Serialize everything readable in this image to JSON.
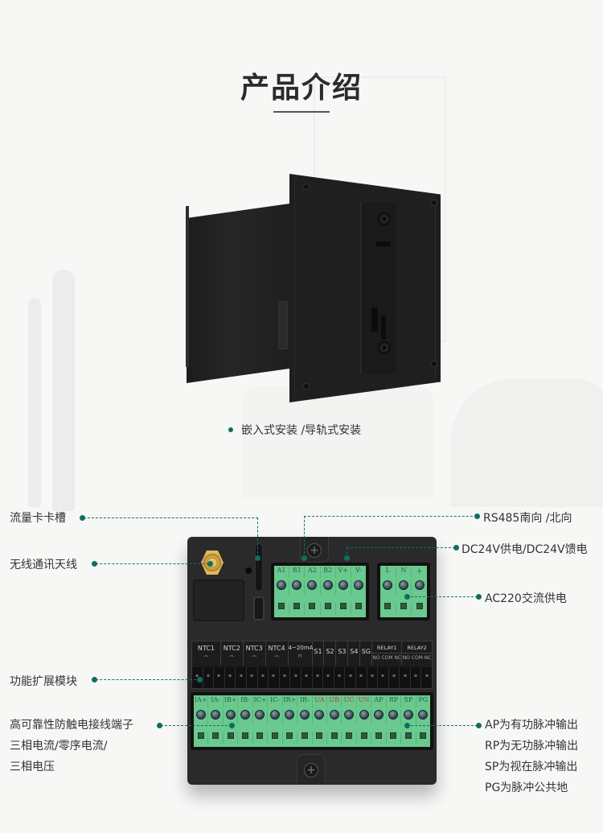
{
  "page": {
    "title": "产品介绍",
    "accent_color": "#0f6e63",
    "terminal_green": "#69c98f"
  },
  "back_view": {
    "caption": "嵌入式安装 /导轨式安装"
  },
  "callouts_left": [
    {
      "id": "sim-slot",
      "label": "流量卡卡槽"
    },
    {
      "id": "antenna",
      "label": "无线通讯天线"
    },
    {
      "id": "extension",
      "label": "功能扩展模块"
    },
    {
      "id": "terminals",
      "lines": [
        "高可靠性防触电接线端子",
        "三相电流/零序电流/",
        "三相电压"
      ]
    }
  ],
  "callouts_right": [
    {
      "id": "rs485",
      "label": "RS485南向 /北向"
    },
    {
      "id": "dc24",
      "label": "DC24V供电/DC24V馈电"
    },
    {
      "id": "ac220",
      "label": "AC220交流供电"
    },
    {
      "id": "pulse",
      "lines": [
        "AP为有功脉冲输出",
        "RP为无功脉冲输出",
        "SP为视在脉冲输出",
        "PG为脉冲公共地"
      ]
    }
  ],
  "terminal_panel": {
    "comm_block": [
      "A1",
      "B1",
      "A2",
      "B2",
      "V+",
      "V-"
    ],
    "power_block": [
      "L",
      "N",
      "⏚"
    ],
    "extension_module": {
      "groups": [
        {
          "label": "NTC1",
          "sub": "⌒"
        },
        {
          "label": "NTC2",
          "sub": "⌒"
        },
        {
          "label": "NTC3",
          "sub": "⌒"
        },
        {
          "label": "NTC4",
          "sub": "⌒"
        },
        {
          "label": "4~20mA",
          "sub": "⊓"
        },
        {
          "label": "S1",
          "sub": ""
        },
        {
          "label": "S2",
          "sub": ""
        },
        {
          "label": "S3",
          "sub": ""
        },
        {
          "label": "S4",
          "sub": ""
        },
        {
          "label": "SG",
          "sub": ""
        }
      ],
      "relays": [
        {
          "label": "RELAY1",
          "sub": "NO COM NC"
        },
        {
          "label": "RELAY2",
          "sub": "NO COM NC"
        }
      ]
    },
    "measure_block": [
      {
        "label": "IA+",
        "red": false
      },
      {
        "label": "IA-",
        "red": false
      },
      {
        "label": "IB+",
        "red": false
      },
      {
        "label": "IB-",
        "red": false
      },
      {
        "label": "IC+",
        "red": false
      },
      {
        "label": "IC-",
        "red": false
      },
      {
        "label": "IR+",
        "red": false
      },
      {
        "label": "IR-",
        "red": false
      },
      {
        "label": "UA",
        "red": true
      },
      {
        "label": "UB",
        "red": true
      },
      {
        "label": "UC",
        "red": true
      },
      {
        "label": "UN",
        "red": true
      },
      {
        "label": "AP",
        "red": false
      },
      {
        "label": "RP",
        "red": false
      },
      {
        "label": "SP",
        "red": false
      },
      {
        "label": "PG",
        "red": false
      }
    ]
  }
}
